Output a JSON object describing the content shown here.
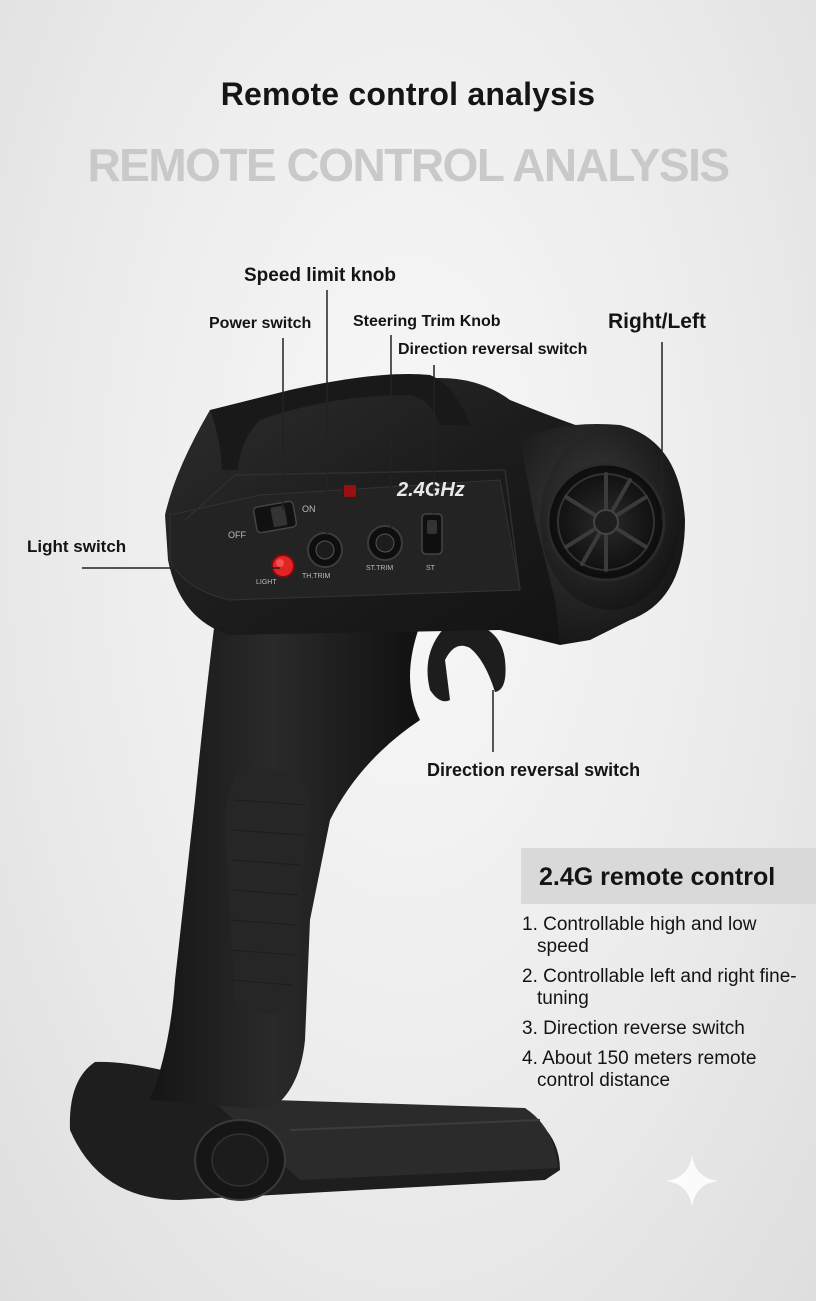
{
  "header": {
    "title": "Remote control analysis",
    "subtitle": "REMOTE CONTROL ANALYSIS"
  },
  "callouts": {
    "speed_limit_knob": "Speed limit knob",
    "power_switch": "Power switch",
    "steering_trim_knob": "Steering Trim Knob",
    "direction_reversal_switch_top": "Direction reversal switch",
    "right_left": "Right/Left",
    "light_switch": "Light switch",
    "direction_reversal_switch_trigger": "Direction reversal switch"
  },
  "device_markings": {
    "frequency": "2.4GHz",
    "off": "OFF",
    "on": "ON",
    "light": "LIGHT",
    "th_trim": "TH.TRIM",
    "st_trim": "ST.TRIM",
    "st": "ST"
  },
  "info": {
    "title": "2.4G remote control",
    "features": [
      "1. Controllable high and low speed",
      "2. Controllable left and right fine-tuning",
      "3. Direction reverse switch",
      "4. About 150 meters remote control distance"
    ]
  },
  "colors": {
    "body": "#1b1b1b",
    "light_button": "#e02424",
    "led": "#9a1010",
    "subtitle": "#c9c9c9",
    "info_box": "#d9d9d9"
  }
}
